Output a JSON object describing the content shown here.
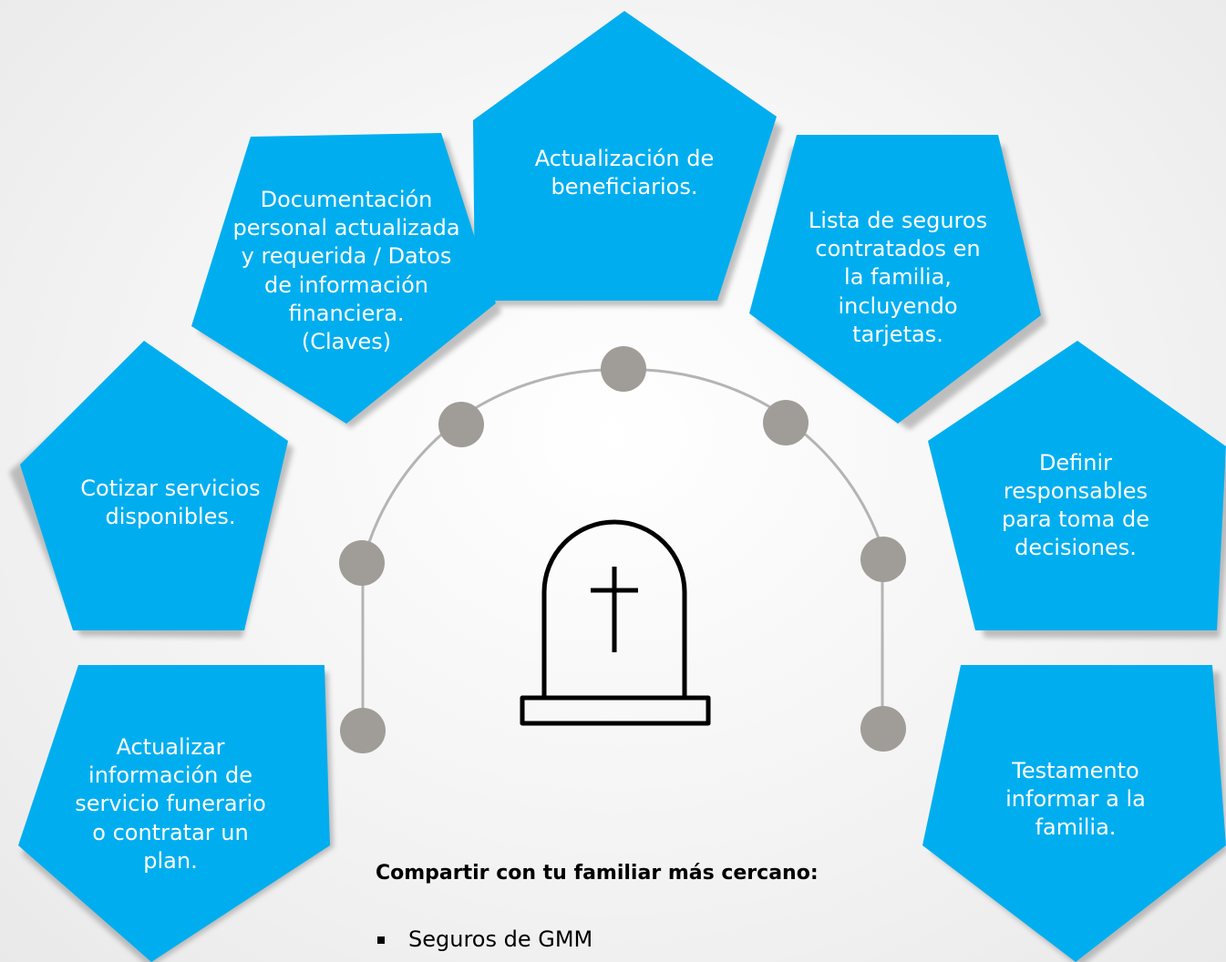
{
  "colors": {
    "pentagon": "#00aeef",
    "pentagon_shadow": "#9a9a9a",
    "dot": "#a09d98",
    "arc": "#b0b0b0"
  },
  "pentagons": [
    {
      "id": "beneficiarios",
      "lines": [
        "Actualización de",
        "beneficiarios."
      ]
    },
    {
      "id": "documentacion",
      "lines": [
        "Documentación",
        "personal actualizada",
        "y requerida / Datos",
        "de información",
        "financiera.",
        "(Claves)"
      ]
    },
    {
      "id": "seguros",
      "lines": [
        "Lista de seguros",
        "contratados en",
        "la familia,",
        "incluyendo",
        "tarjetas."
      ]
    },
    {
      "id": "cotizar",
      "lines": [
        "Cotizar servicios",
        "disponibles."
      ]
    },
    {
      "id": "responsables",
      "lines": [
        "Definir",
        "responsables",
        "para toma de",
        "decisiones."
      ]
    },
    {
      "id": "funerario",
      "lines": [
        "Actualizar",
        "información de",
        "servicio funerario",
        "o contratar un",
        "plan."
      ]
    },
    {
      "id": "testamento",
      "lines": [
        "Testamento",
        "informar a la",
        "familia."
      ]
    }
  ],
  "center_icon": "tombstone-cross-icon",
  "share": {
    "title": "Compartir con tu familiar más cercano:",
    "items": [
      "Seguros de GMM"
    ]
  }
}
